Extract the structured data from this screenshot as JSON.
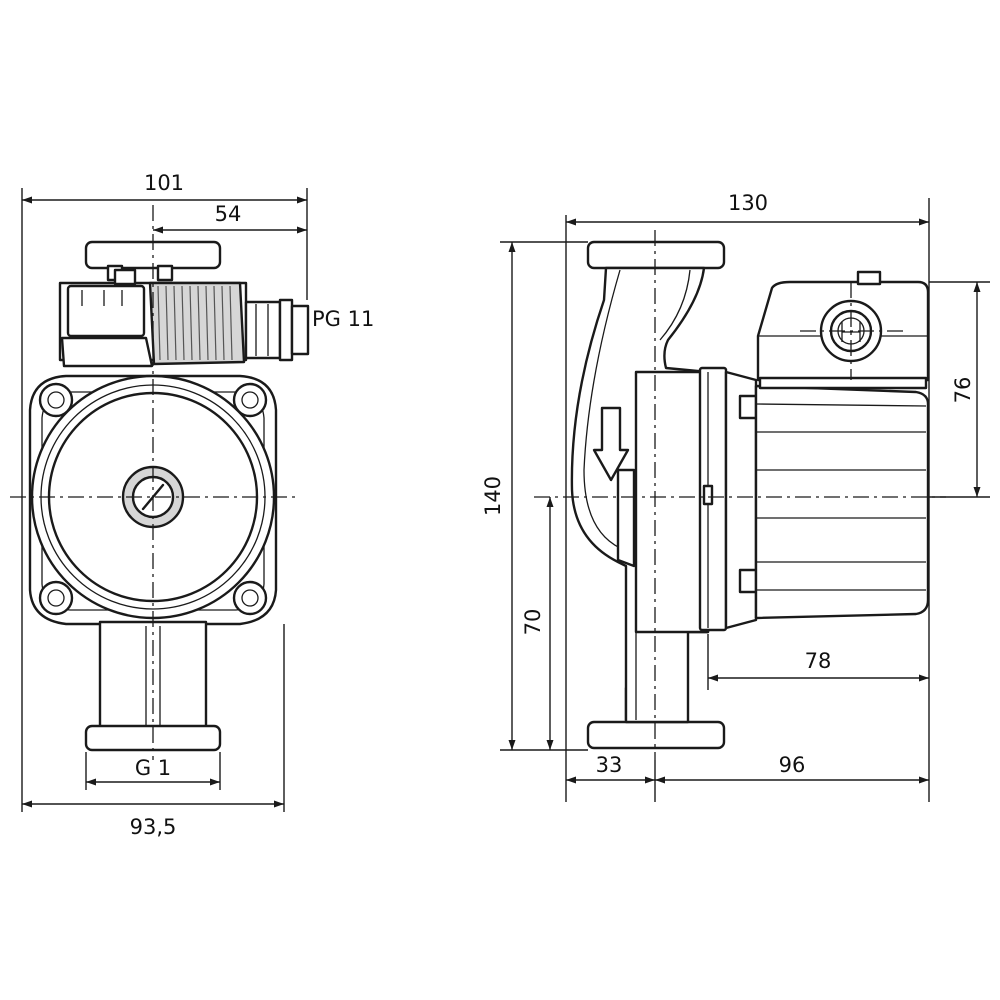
{
  "front_view": {
    "dim_overall_width": "101",
    "dim_box_offset": "54",
    "dim_cable_gland": "PG 11",
    "dim_thread": "G 1",
    "dim_body_width": "93,5"
  },
  "side_view": {
    "dim_length": "130",
    "dim_height": "140",
    "dim_top_to_axis": "76",
    "dim_axis_height": "70",
    "dim_motor_length": "78",
    "dim_inlet_offset": "33",
    "dim_outlet_offset": "96"
  }
}
